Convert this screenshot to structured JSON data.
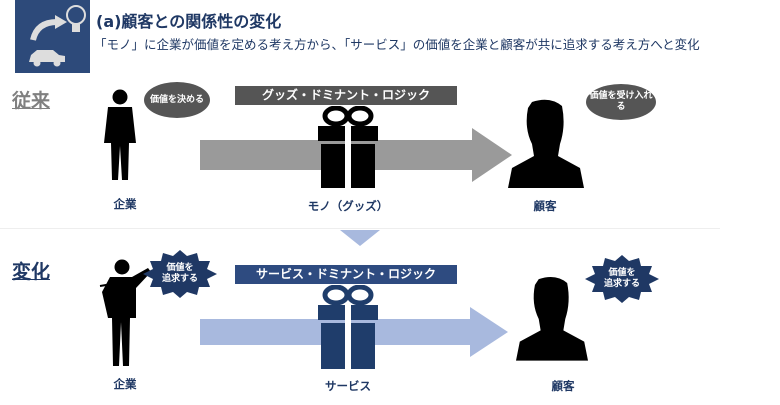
{
  "header": {
    "title": "(a)顧客との関係性の変化",
    "subtitle": "「モノ」に企業が価値を定める考え方から、「サービス」の価値を企業と顧客が共に追求する考え方へと変化",
    "icon": "idea-car-icon"
  },
  "before": {
    "label": "従来",
    "bar": "グッズ・ドミナント・ロジック",
    "company_bubble": "価値を決める",
    "customer_bubble": "価値を受け入れる",
    "company": "企業",
    "product": "モノ（グッズ）",
    "customer": "顧客"
  },
  "after": {
    "label": "変化",
    "bar": "サービス・ドミナント・ロジック",
    "company_bubble": "価値を\n追求する",
    "customer_bubble": "価値を\n追求する",
    "company": "企業",
    "product": "サービス",
    "customer": "顧客"
  },
  "colors": {
    "navy": "#1f3864",
    "gray_bar": "#555555",
    "blue_bar": "#2e4b80",
    "arrow_gray": "#9a9a9a",
    "arrow_blue": "#a8b9de"
  }
}
